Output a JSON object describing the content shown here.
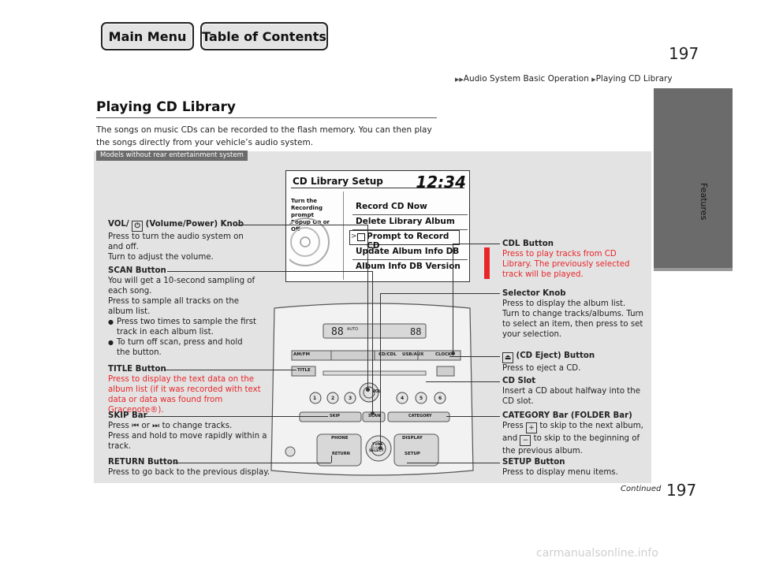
{
  "nav": {
    "main_menu": "Main Menu",
    "toc": "Table of Contents"
  },
  "breadcrumb": {
    "part1": "Audio System Basic Operation",
    "part2": "Playing CD Library"
  },
  "page_number": "197",
  "side_section": "Features",
  "title": "Playing CD Library",
  "intro": "The songs on music CDs can be recorded to the flash memory. You can then play the songs directly from your vehicle’s audio system.",
  "ribbon": "Models without rear entertainment system",
  "screen": {
    "title": "CD Library Setup",
    "clock": "12:34",
    "side_text": "Turn the Recording prompt Popup On or Off",
    "items": [
      "Record CD Now",
      "Delete Library Album",
      "Prompt to Record CD",
      "Update Album Info DB",
      "Album Info DB Version"
    ]
  },
  "labels": {
    "vol_title": "(Volume/Power) Knob",
    "vol_prefix": "VOL/",
    "vol_1": "Press to turn the audio system on and off.",
    "vol_2": "Turn to adjust the volume.",
    "scan_title": "SCAN Button",
    "scan_1": "You will get a 10-second sampling of each song.",
    "scan_2": "Press to sample all tracks on the album list.",
    "scan_b1": "Press two times to sample the first track in each album list.",
    "scan_b2": "To turn off scan, press and hold the button.",
    "title_title": "TITLE Button",
    "title_1": "Press to display the text data on the album list (if it was recorded with text data or data was found from Gracenote®).",
    "skip_title": "SKIP Bar",
    "skip_1a": "Press",
    "skip_1b": "or",
    "skip_1c": "to change tracks.",
    "skip_2": "Press and hold to move rapidly within a track.",
    "return_title": "RETURN Button",
    "return_1": "Press to go back to the previous display.",
    "cdl_title": "CDL Button",
    "cdl_1": "Press to play tracks from CD Library. The previously selected track will be played.",
    "sel_title": "Selector Knob",
    "sel_1": "Press to display the album list.",
    "sel_2": "Turn to change tracks/albums. Turn to select an item, then press to set your selection.",
    "eject_title": "(CD Eject) Button",
    "eject_1": "Press to eject a CD.",
    "slot_title": "CD Slot",
    "slot_1": "Insert a CD about halfway into the CD slot.",
    "cat_title": "CATEGORY Bar (FOLDER Bar)",
    "cat_1a": "Press",
    "cat_1b": "to skip to the next album,",
    "cat_2a": "and",
    "cat_2b": "to skip to the beginning of the previous album.",
    "setup_title": "SETUP Button",
    "setup_1": "Press to display menu items."
  },
  "unit": {
    "buttons": [
      "AM/FM",
      "CD/CDL",
      "USB/AUX",
      "CLOCK"
    ],
    "title_btn": "TITLE",
    "presets": [
      "1",
      "2",
      "3",
      "4",
      "5",
      "6"
    ],
    "vol": "VOL",
    "skip": "SKIP",
    "scan": "SCAN",
    "category": "CATEGORY",
    "phone": "PHONE",
    "return": "RETURN",
    "display": "DISPLAY",
    "setup": "SETUP",
    "tune": "TUNE",
    "select": "SELECT",
    "push": "PUSH"
  },
  "footer": {
    "continued": "Continued",
    "page": "197"
  },
  "watermark": "carmanualsonline.info"
}
